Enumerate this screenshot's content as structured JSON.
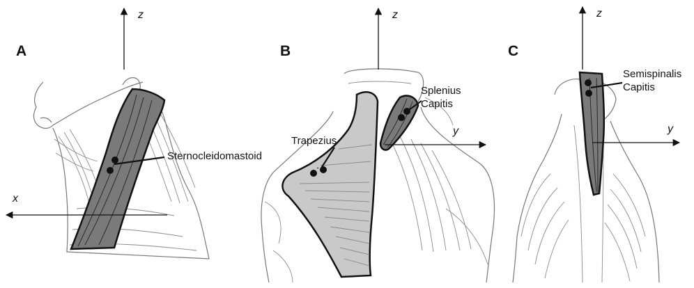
{
  "figure": {
    "panels": [
      {
        "letter": "A",
        "axes": {
          "vertical": "z",
          "horizontal": "x"
        },
        "muscles": [
          {
            "label": "Sternocleidomastoid",
            "attachment_points": 2,
            "fill": "#7a7a7a"
          }
        ]
      },
      {
        "letter": "B",
        "axes": {
          "vertical": "z",
          "horizontal": "y"
        },
        "muscles": [
          {
            "label": "Trapezius",
            "attachment_points": 2,
            "fill": "#c9c9c9"
          },
          {
            "label_line1": "Splenius",
            "label_line2": "Capitis",
            "attachment_points": 2,
            "fill": "#7a7a7a"
          }
        ]
      },
      {
        "letter": "C",
        "axes": {
          "vertical": "z",
          "horizontal": "y"
        },
        "muscles": [
          {
            "label_line1": "Semispinalis",
            "label_line2": "Capitis",
            "attachment_points": 2,
            "fill": "#7a7a7a"
          }
        ]
      }
    ],
    "colors": {
      "ink": "#111111",
      "muscle_dark": "#7a7a7a",
      "muscle_light": "#c9c9c9",
      "illustration_lines": "#8a8a8a"
    }
  }
}
